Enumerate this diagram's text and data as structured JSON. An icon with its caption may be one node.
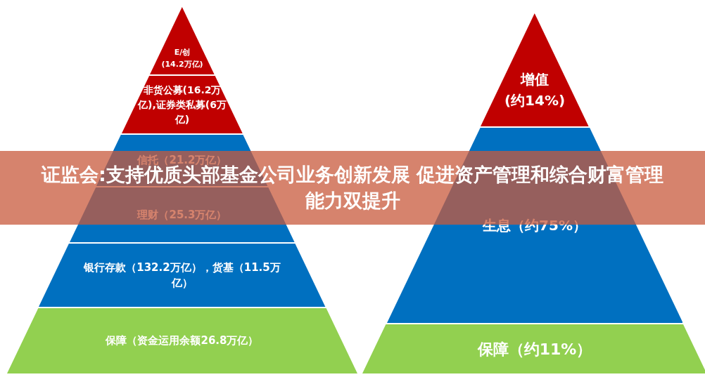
{
  "diagram": {
    "title": "证监会:支持优质头部基金公司业务创新发展 促进资产管理和综合财富管理能力双提升",
    "nodes": [
      {
        "text": [
          "E/创",
          "(14.2万亿)"
        ]
      },
      {
        "text": [
          "非货公募(16.2万亿),证券类私募(6万亿)"
        ]
      },
      {
        "text": [
          "信托（21.2万亿）"
        ]
      },
      {
        "text": [
          "理财（25.3万亿）"
        ]
      },
      {
        "text": [
          "银行存款（132.2万亿），货基（11.5万亿）"
        ]
      },
      {
        "text": [
          "保障（资金运用余额26.8万亿）"
        ]
      },
      {
        "text": [
          "增值",
          "(约14%)"
        ]
      },
      {
        "text": [
          "生息（约75%）"
        ]
      },
      {
        "text": [
          "保障（约11%）"
        ]
      }
    ]
  }
}
